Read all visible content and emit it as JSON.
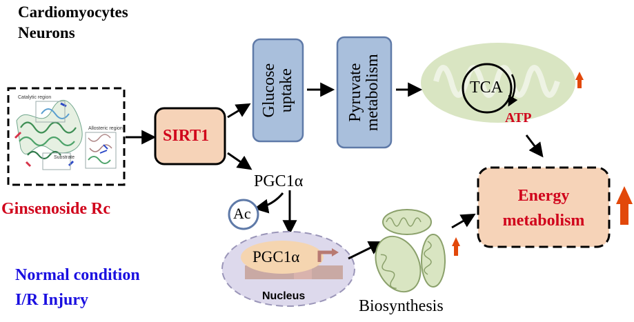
{
  "cell_types": [
    "Cardiomyocytes",
    "Neurons"
  ],
  "compound": "Ginsenoside Rc",
  "protein_insert": {
    "catalytic_label": "Catalytic region",
    "allosteric_label": "Allosteric region",
    "substrate_label": "Substrate"
  },
  "nodes": {
    "sirt1": "SIRT1",
    "glucose_uptake": [
      "Glucose",
      "uptake"
    ],
    "pyruvate_metabolism": [
      "Pyruvate",
      "metabolism"
    ],
    "tca": "TCA",
    "atp": "ATP",
    "pgc1a_top": "PGC1α",
    "ac": "Ac",
    "pgc1a_nucleus": "PGC1α",
    "nucleus": "Nucleus",
    "biosynthesis": "Biosynthesis",
    "energy_metabolism": [
      "Energy",
      "metabolism"
    ]
  },
  "legend": {
    "normal": "Normal condition",
    "injury": "I/R Injury"
  },
  "colors": {
    "red_text": "#d0021b",
    "blue_text": "#1a0fe0",
    "sirt1_fill": "#f6d3b8",
    "metab_fill": "#a9bfdc",
    "metab_stroke": "#5f7aa8",
    "energy_fill": "#f6d3b8",
    "mito_fill": "#d9e5c2",
    "up_arrow": "#e2480a",
    "nucleus_fill": "#ddd9ec",
    "pgc1a_nuc_fill": "#f5d5b0"
  }
}
